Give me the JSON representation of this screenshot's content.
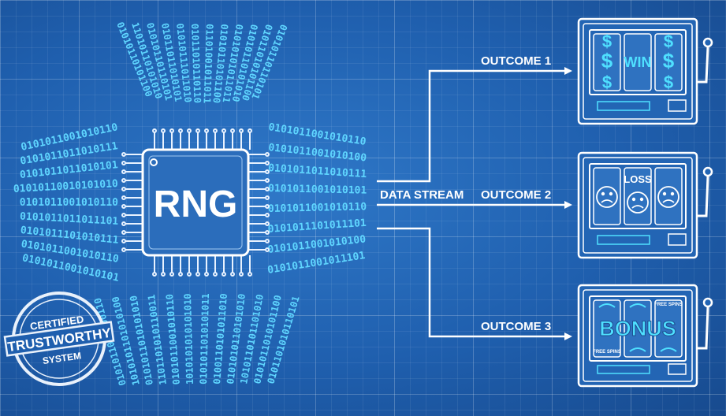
{
  "chip": {
    "label": "RNG"
  },
  "stream": {
    "label": "DATA STREAM"
  },
  "outcomes": [
    {
      "label": "OUTCOME 1",
      "reel_text": "WIN",
      "symbol": "$"
    },
    {
      "label": "OUTCOME 2",
      "reel_text": "LOSS"
    },
    {
      "label": "OUTCOME 3",
      "reel_text": "BONUS",
      "corner_text": [
        "FREE SPINS",
        "FREE SPINS"
      ]
    }
  ],
  "seal": {
    "top": "CERTIFIED",
    "middle": "TRUSTWORTHY",
    "bottom": "SYSTEM"
  },
  "binary": {
    "left": [
      "0101011001010110",
      "0101011011010111",
      "0101011011010101",
      "01010110010101010",
      "0101011001010110",
      "0101011011011101",
      "0101011101010111",
      "0101011001010110",
      "0101011001010101"
    ],
    "right": [
      "0101011001010110",
      "0101011001010100",
      "0101011011010111",
      "0101011001010101",
      "0101011001010110",
      "0101011101011101",
      "0101011001010100",
      "0101011001011101"
    ],
    "top": [
      "01010110101100",
      "11010110101010",
      "01010110110101",
      "01011011010101",
      "01010111011010",
      "01011010110110",
      "01101001011011",
      "01010110101100",
      "01010101011011",
      "01010110101010",
      "01011010101100",
      "01010110110101"
    ],
    "bottom": [
      "0101011010100110",
      "1010101101010100",
      "0101011010101010",
      "1101101010110011",
      "0101011001010110",
      "1010101010101010",
      "0101011010101011",
      "0100110101011010",
      "0101010110101010",
      "1010110101101010",
      "0101011010101100",
      "0101101010110101"
    ]
  },
  "colors": {
    "background": "#1f5fae",
    "line": "#ffffff",
    "bits": "#5fd6ff",
    "accent": "#4fe0ff"
  }
}
